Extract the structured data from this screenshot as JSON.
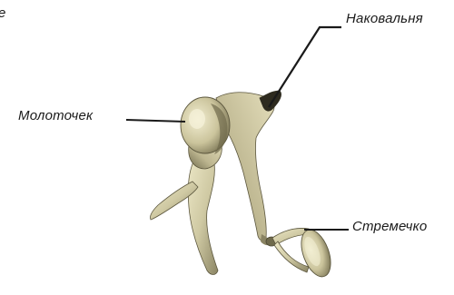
{
  "figure": {
    "corner_fragment": "e",
    "labels": {
      "incus": "Наковальня",
      "malleus": "Молоточек",
      "stapes": "Стремечко"
    },
    "colors": {
      "background": "#ffffff",
      "bone_fill": "#cfc9a3",
      "bone_shadow": "#6f6a4c",
      "leader_line": "#1a1a1a"
    }
  }
}
